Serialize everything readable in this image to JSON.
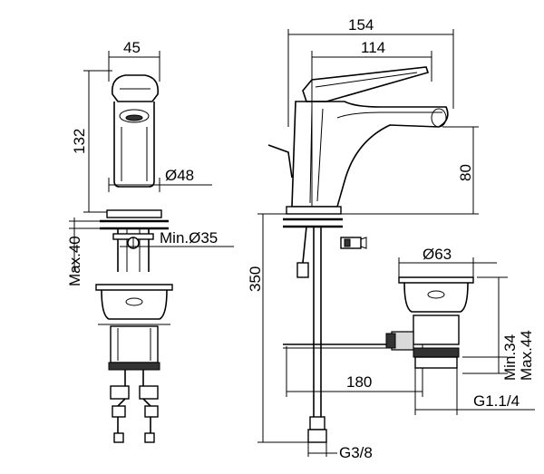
{
  "dimensions": {
    "front_width": "45",
    "front_height": "132",
    "front_spout_diameter": "Ø48",
    "front_max_thickness": "Max.40",
    "front_hole_min": "Min.Ø35",
    "side_total_length": "154",
    "side_reach": "114",
    "side_spout_height": "80",
    "side_hose_length": "350",
    "side_waste_reach": "180",
    "waste_diameter": "Ø63",
    "waste_min": "Min.34",
    "waste_max": "Max.44",
    "waste_thread": "G1.1/4",
    "hose_thread": "G3/8"
  },
  "colors": {
    "line": "#000000",
    "background": "#ffffff",
    "shade": "#d9d9d9"
  }
}
